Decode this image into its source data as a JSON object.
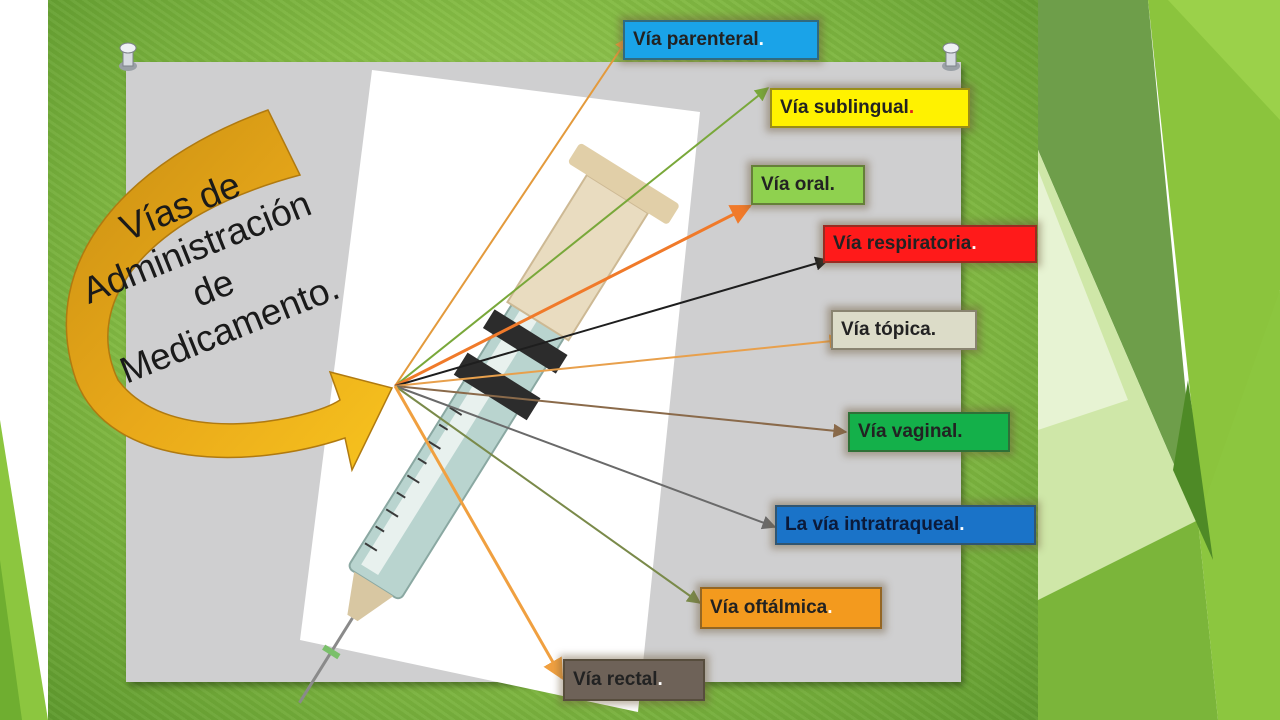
{
  "title": {
    "line1": "Vías de",
    "line2": "Administración",
    "line3": "de",
    "line4": "Medicamento."
  },
  "routes": [
    {
      "id": "parenteral",
      "text": "Vía parenteral",
      "dot": ".",
      "bg": "#1aa3e8",
      "arrow": "#e39a3c"
    },
    {
      "id": "sublingual",
      "text": "Vía sublingual",
      "dot": ".",
      "bg": "#fff200",
      "arrow": "#79a83a"
    },
    {
      "id": "oral",
      "text": "Vía oral",
      "dot": ".",
      "bg": "#8fd14f",
      "arrow": "#f07a2a"
    },
    {
      "id": "respiratoria",
      "text": "Vía respiratoria",
      "dot": ".",
      "bg": "#ff1a1a",
      "arrow": "#1e1e1e"
    },
    {
      "id": "topica",
      "text": "Vía tópica",
      "dot": ".",
      "bg": "#dcdcc8",
      "arrow": "#e8a04c"
    },
    {
      "id": "vaginal",
      "text": "Vía vaginal",
      "dot": ".",
      "bg": "#14b04a",
      "arrow": "#8a6a4a"
    },
    {
      "id": "intratraqueal",
      "text": "La vía intratraqueal",
      "dot": ".",
      "bg": "#1a73c8",
      "arrow": "#6a6a6a"
    },
    {
      "id": "oftalmica",
      "text": "Vía oftálmica",
      "dot": ".",
      "bg": "#f39a1e",
      "arrow": "#7a8a4a"
    },
    {
      "id": "rectal",
      "text": "Vía rectal",
      "dot": ".",
      "bg": "#6e6258",
      "arrow": "#f0a040"
    }
  ]
}
